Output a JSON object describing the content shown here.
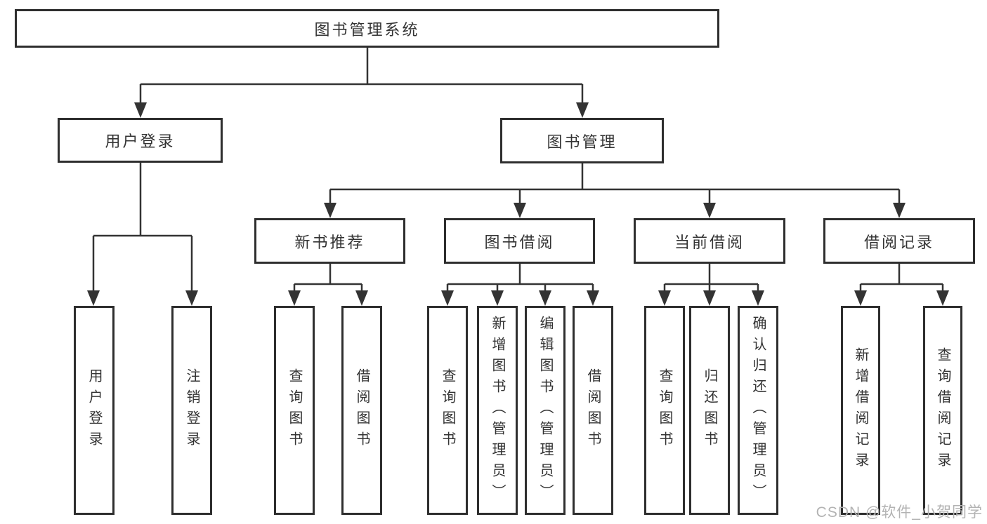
{
  "title": "图书管理系统",
  "colors": {
    "line": "#333333",
    "box_border": "#2e2e2e",
    "text": "#333333",
    "watermark": "#b3b3b3"
  },
  "level2": {
    "user_login": "用户登录",
    "book_mgmt": "图书管理"
  },
  "level3": {
    "new_books": "新书推荐",
    "book_borrow": "图书借阅",
    "current_borrow": "当前借阅",
    "borrow_records": "借阅记录"
  },
  "leaves": {
    "user_login": [
      "用户登录",
      "注销登录"
    ],
    "new_books": [
      "查询图书",
      "借阅图书"
    ],
    "book_borrow": [
      "查询图书",
      "新增图书（管理员）",
      "编辑图书（管理员）",
      "借阅图书"
    ],
    "current_borrow": [
      "查询图书",
      "归还图书",
      "确认归还（管理员）"
    ],
    "borrow_records": [
      "新增借阅记录",
      "查询借阅记录"
    ]
  },
  "watermark": "CSDN @软件_小贺同学"
}
